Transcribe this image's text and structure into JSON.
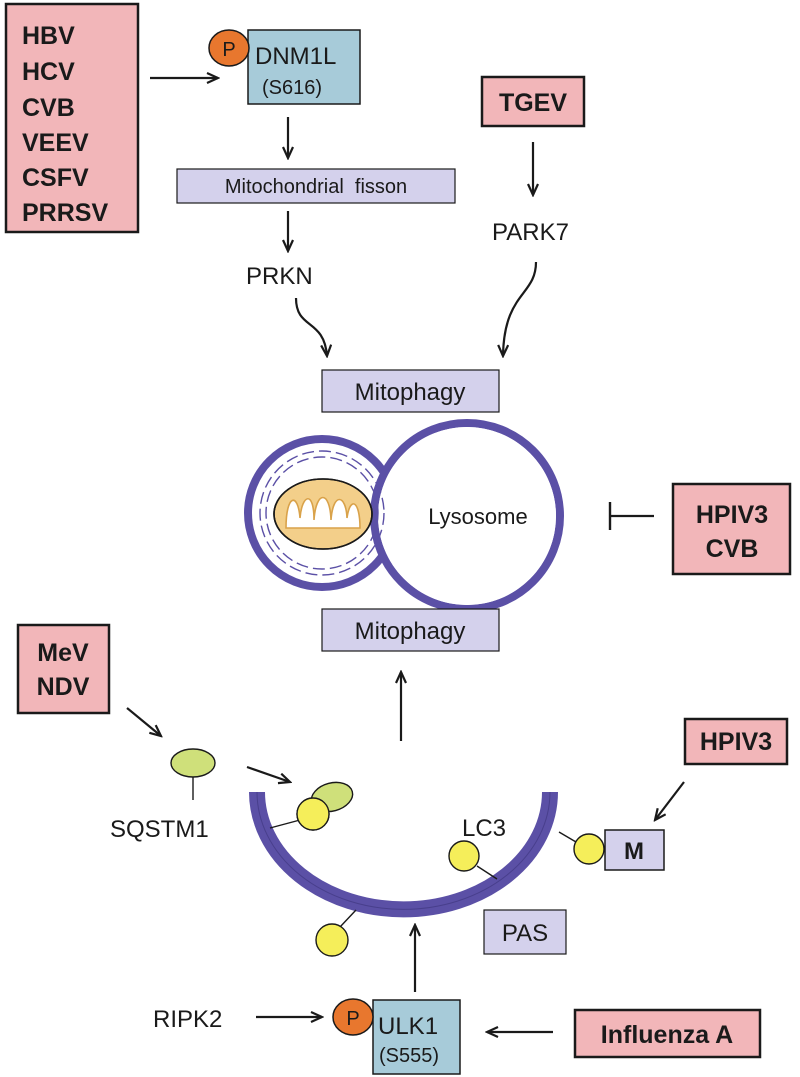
{
  "colors": {
    "virus_box_fill": "#f2b6b9",
    "process_box_fill": "#d4d1ec",
    "protein_box_fill": "#a7cbd9",
    "ring_purple": "#5b50a6",
    "phospho_orange": "#e8772e",
    "lc3_yellow": "#f5ee5a",
    "sqstm1_green": "#cfe07a",
    "mito_fill": "#f3cf8a"
  },
  "virus_groups": {
    "top_left": [
      "HBV",
      "HCV",
      "CVB",
      "VEEV",
      "CSFV",
      "PRRSV"
    ],
    "tgev": [
      "TGEV"
    ],
    "lysosome_inhibitors": [
      "HPIV3",
      "CVB"
    ],
    "mev_ndv": [
      "MeV",
      "NDV"
    ],
    "hpiv3_m": [
      "HPIV3"
    ],
    "influenza": [
      "Influenza A"
    ]
  },
  "nodes": {
    "phospho_label": "P",
    "dnm1l": "DNM1L",
    "dnm1l_site": "(S616)",
    "mito_fission": "Mitochondrial  fisson",
    "prkn": "PRKN",
    "park7": "PARK7",
    "mitophagy_top": "Mitophagy",
    "lysosome": "Lysosome",
    "mitophagy_bottom": "Mitophagy",
    "sqstm1": "SQSTM1",
    "lc3": "LC3",
    "m_protein": "M",
    "pas": "PAS",
    "ripk2": "RIPK2",
    "ulk1": "ULK1",
    "ulk1_site": "(S555)"
  }
}
